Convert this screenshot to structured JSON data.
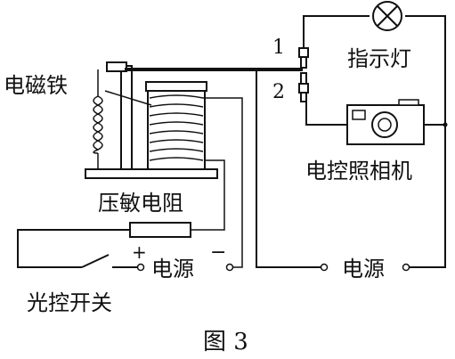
{
  "labels": {
    "electromagnet": "电磁铁",
    "pressure_resistor": "压敏电阻",
    "indicator_lamp": "指示灯",
    "camera": "电控照相机",
    "power_left": "电源",
    "power_right": "电源",
    "light_switch": "光控开关",
    "plus": "+",
    "minus": "−",
    "contact_1": "1",
    "contact_2": "2"
  },
  "caption": "图 3",
  "icons": [
    "lamp-icon",
    "camera-icon",
    "coil-icon",
    "switch-icon",
    "resistor-icon"
  ]
}
